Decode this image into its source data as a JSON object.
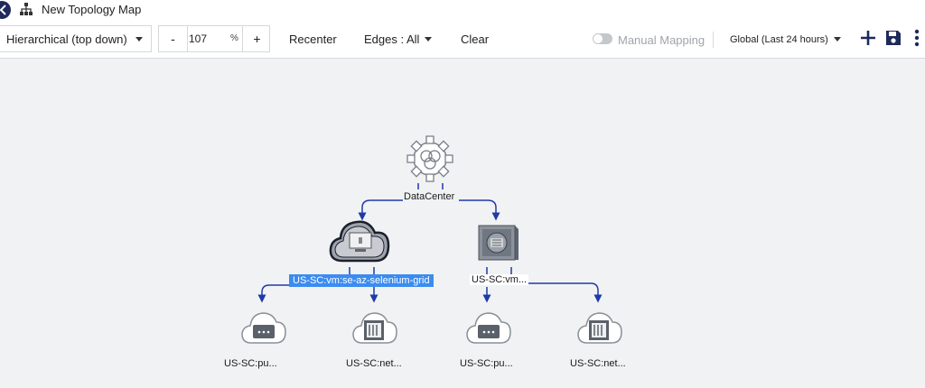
{
  "app": {
    "title": "New Topology Map"
  },
  "toolbar": {
    "layout": "Hierarchical (top down)",
    "zoom_minus": "-",
    "zoom_value": "107",
    "zoom_unit": "%",
    "zoom_plus": "+",
    "recenter": "Recenter",
    "edges": "Edges : All",
    "clear": "Clear",
    "manual_mapping": "Manual Mapping",
    "manual_mapping_enabled": false,
    "time_range": "Global (Last 24 hours)"
  },
  "colors": {
    "edge": "#1f3aa8",
    "selection": "#3b8cf0",
    "brand": "#1d2a5a"
  },
  "nodes": {
    "root": {
      "label": "DataCenter",
      "icon": "datacenter-gear-icon"
    },
    "vm_grid": {
      "label": "US-SC:vm:se-az-selenium-grid",
      "icon": "cloud-vm-icon",
      "selected": true
    },
    "vm2": {
      "label": "US-SC:vm...",
      "icon": "server-vault-icon"
    },
    "leaf1": {
      "label": "US-SC:pu...",
      "icon": "cloud-public-ip-icon"
    },
    "leaf2": {
      "label": "US-SC:net...",
      "icon": "cloud-network-icon"
    },
    "leaf3": {
      "label": "US-SC:pu...",
      "icon": "cloud-public-ip-icon"
    },
    "leaf4": {
      "label": "US-SC:net...",
      "icon": "cloud-network-icon"
    }
  }
}
